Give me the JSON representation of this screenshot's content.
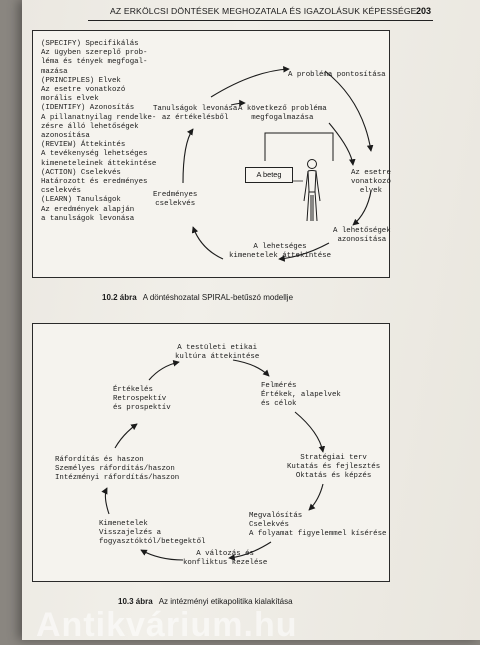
{
  "header": {
    "title": "Az erkölcsi döntések meghozatala és igazolásuk képessége",
    "page_number": "203"
  },
  "figure1": {
    "legend": "(SPECIFY) Specifikálás\nAz ügyben szereplő prob-\nléma és tények megfogal-\nmazása\n(PRINCIPLES) Elvek\nAz esetre vonatkozó\nmorális elvek\n(IDENTIFY) Azonosítás\nA pillanatnyilag rendelke-\nzésre álló lehetőségek\nazonosítása\n(REVIEW) Áttekintés\nA tevékenység lehetséges\nkimeneteleinek áttekintése\n(ACTION) Cselekvés\nHatározott és eredményes\ncselekvés\n(LEARN) Tanulságok\nAz eredmények alapján\na tanulságok levonása",
    "nodes": {
      "problem": "A probléma pontosítása",
      "next_problem": "A következő probléma\nmegfogalmazása",
      "lessons": "Tanulságok levonása\naz értékelésből",
      "patient": "A beteg",
      "principles": "Az esetre\nvonatkozó\nelvek",
      "identify": "A lehetőségek\nazonosítása",
      "review": "A lehetséges\nkimenetelek áttekintése",
      "action": "Eredményes\ncselekvés"
    },
    "caption_number": "10.2 ábra",
    "caption_text": "A döntéshozatal SPIRAL-betűszó modellje"
  },
  "figure2": {
    "nodes": {
      "culture": "A testületi etikai\nkultúra áttekintése",
      "assessment": "Felmérés\nÉrtékek, alapelvek\nés célok",
      "strategy": "Stratégiai terv\nKutatás és fejlesztés\nOktatás és képzés",
      "implementation": "Megvalósítás\nCselekvés\nA folyamat figyelemmel kísérése",
      "change": "A változás és\nkonfliktus kezelése",
      "outcomes": "Kimenetelek\nVisszajelzés a\nfogyasztóktól/betegektől",
      "costs": "Ráfordítás és haszon\nSzemélyes ráfordítás/haszon\nIntézményi ráfordítás/haszon",
      "evaluation": "Értékelés\nRetrospektív\nés prospektív"
    },
    "caption_number": "10.3 ábra",
    "caption_text": "Az intézményi etikapolitika kialakítása"
  },
  "watermark": "Antikvárium.hu"
}
